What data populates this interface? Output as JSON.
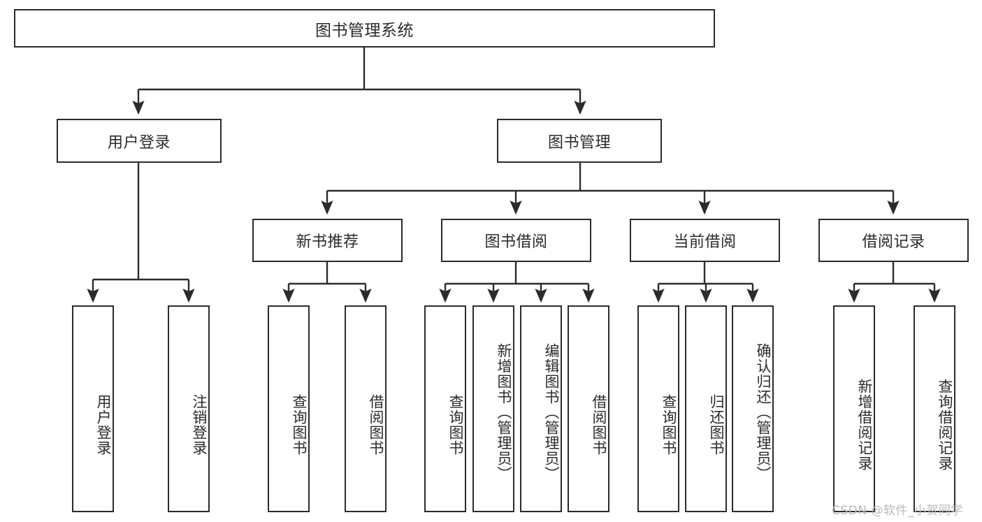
{
  "diagram": {
    "type": "tree-hierarchy-diagram",
    "title": "图书管理系统",
    "orientation": "top-down",
    "watermark": "CSDN @软件_小贺同学",
    "colors": {
      "box_border": "#2b2b2b",
      "box_fill": "#ffffff",
      "connector": "#2b2b2b",
      "text": "#2b2b2b",
      "watermark": "#b9b9b9",
      "background": "#ffffff"
    },
    "root": {
      "label": "图书管理系统",
      "level": 1
    },
    "level2": [
      {
        "label": "用户登录"
      },
      {
        "label": "图书管理"
      }
    ],
    "level3": [
      {
        "label": "新书推荐",
        "parent": "图书管理"
      },
      {
        "label": "图书借阅",
        "parent": "图书管理"
      },
      {
        "label": "当前借阅",
        "parent": "图书管理"
      },
      {
        "label": "借阅记录",
        "parent": "图书管理"
      }
    ],
    "leaves": {
      "user_login": [
        {
          "label": "用户登录"
        },
        {
          "label": "注销登录"
        }
      ],
      "new_book_recommend": [
        {
          "label": "查询图书"
        },
        {
          "label": "借阅图书"
        }
      ],
      "book_borrow": [
        {
          "label": "查询图书"
        },
        {
          "label": "新增图书（管理员）"
        },
        {
          "label": "编辑图书（管理员）"
        },
        {
          "label": "借阅图书"
        }
      ],
      "current_borrow": [
        {
          "label": "查询图书"
        },
        {
          "label": "归还图书"
        },
        {
          "label": "确认归还（管理员）"
        }
      ],
      "borrow_record": [
        {
          "label": "新增借阅记录"
        },
        {
          "label": "查询借阅记录"
        }
      ]
    }
  }
}
